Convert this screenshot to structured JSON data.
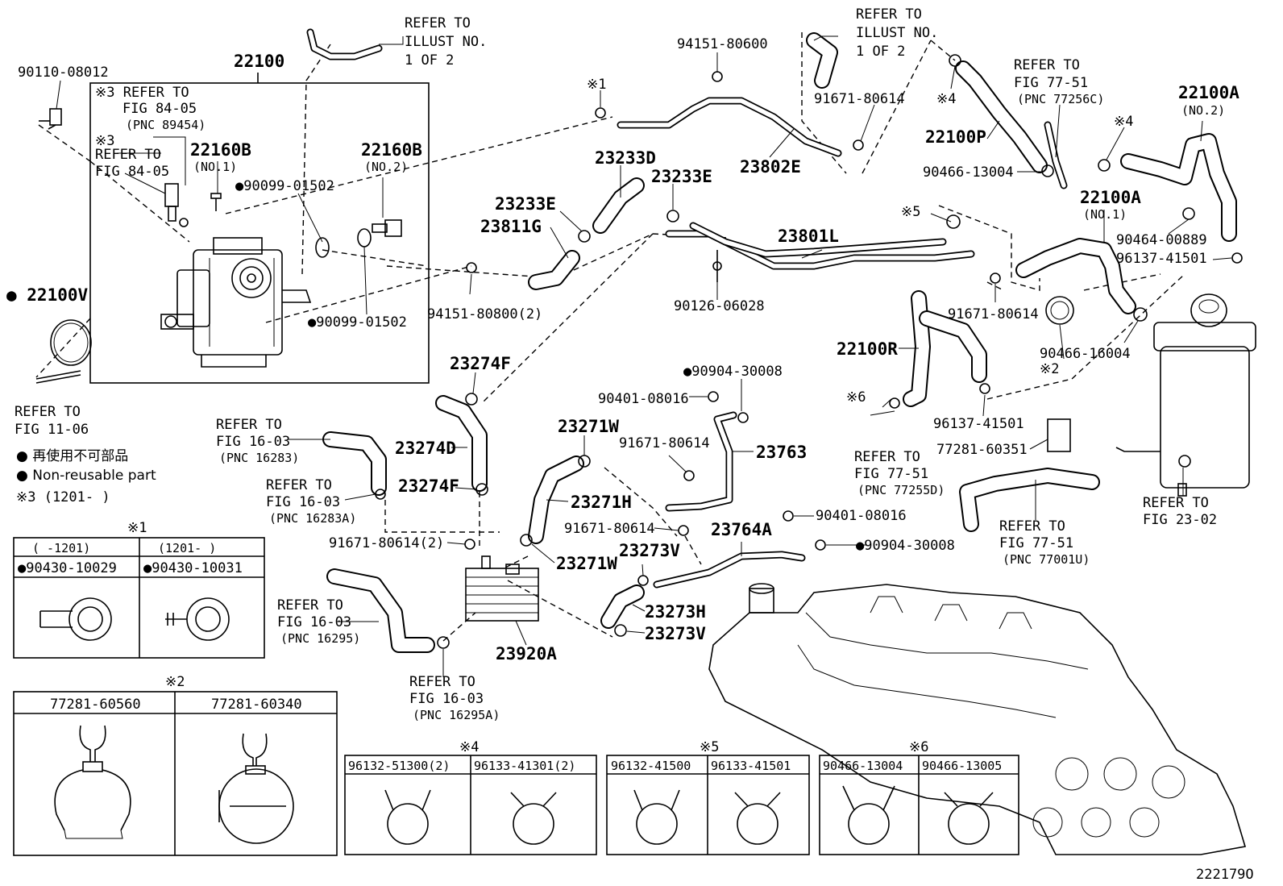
{
  "diagram_code": "222179O",
  "labels": [
    {
      "id": "p-90110-08012",
      "text": "90110-08012"
    },
    {
      "id": "p-22100",
      "text": "22100"
    },
    {
      "id": "p-refer-illust-1",
      "text": "REFER TO"
    },
    {
      "id": "p-refer-illust-2",
      "text": "ILLUST NO."
    },
    {
      "id": "p-refer-illust-3",
      "text": "1 OF 2"
    },
    {
      "id": "p-refer-8405a-1",
      "text": "※3 REFER TO"
    },
    {
      "id": "p-refer-8405a-2",
      "text": "FIG 84-05"
    },
    {
      "id": "p-refer-8405a-3",
      "text": "(PNC 89454)"
    },
    {
      "id": "p-refer-8405b-0",
      "text": "※3"
    },
    {
      "id": "p-refer-8405b-1",
      "text": "REFER TO"
    },
    {
      "id": "p-refer-8405b-2",
      "text": "FIG 84-05"
    },
    {
      "id": "p-22160b-1",
      "text": "22160B"
    },
    {
      "id": "p-22160b-1-no",
      "text": "(NO.1)"
    },
    {
      "id": "p-22160b-2",
      "text": "22160B"
    },
    {
      "id": "p-22160b-2-no",
      "text": "(NO.2)"
    },
    {
      "id": "p-90099-a",
      "text": "●90099-01502"
    },
    {
      "id": "p-90099-b",
      "text": "●90099-01502"
    },
    {
      "id": "p-22100v",
      "text": "● 22100V"
    },
    {
      "id": "p-refer-1106-1",
      "text": "REFER TO"
    },
    {
      "id": "p-refer-1106-2",
      "text": "FIG 11-06"
    },
    {
      "id": "p-94151-80600",
      "text": "94151-80600"
    },
    {
      "id": "p-x1",
      "text": "※1"
    },
    {
      "id": "p-refer-illust2-1",
      "text": "REFER TO"
    },
    {
      "id": "p-refer-illust2-2",
      "text": "ILLUST NO."
    },
    {
      "id": "p-refer-illust2-3",
      "text": "1 OF 2"
    },
    {
      "id": "p-91671-a",
      "text": "91671-80614"
    },
    {
      "id": "p-23802e",
      "text": "23802E"
    },
    {
      "id": "p-x4a",
      "text": "※4"
    },
    {
      "id": "p-22100p",
      "text": "22100P"
    },
    {
      "id": "p-refer-7751a-1",
      "text": "REFER TO"
    },
    {
      "id": "p-refer-7751a-2",
      "text": "FIG 77-51"
    },
    {
      "id": "p-refer-7751a-3",
      "text": "(PNC 77256C)"
    },
    {
      "id": "p-90466-13004",
      "text": "90466-13004"
    },
    {
      "id": "p-x4b",
      "text": "※4"
    },
    {
      "id": "p-22100a-2",
      "text": "22100A"
    },
    {
      "id": "p-22100a-2-no",
      "text": "(NO.2)"
    },
    {
      "id": "p-22100a-1",
      "text": "22100A"
    },
    {
      "id": "p-22100a-1-no",
      "text": "(NO.1)"
    },
    {
      "id": "p-90464-00889",
      "text": "90464-00889"
    },
    {
      "id": "p-96137-41501-a",
      "text": "96137-41501"
    },
    {
      "id": "p-23233d",
      "text": "23233D"
    },
    {
      "id": "p-23233e-a",
      "text": "23233E"
    },
    {
      "id": "p-23233e-b",
      "text": "23233E"
    },
    {
      "id": "p-23811g",
      "text": "23811G"
    },
    {
      "id": "p-x5",
      "text": "※5"
    },
    {
      "id": "p-23801l",
      "text": "23801L"
    },
    {
      "id": "p-94151-80800",
      "text": "94151-80800(2)"
    },
    {
      "id": "p-90126-06028",
      "text": "90126-06028"
    },
    {
      "id": "p-91671-b",
      "text": "91671-80614"
    },
    {
      "id": "p-90466-16004",
      "text": "90466-16004"
    },
    {
      "id": "p-22100r",
      "text": "22100R"
    },
    {
      "id": "p-x2",
      "text": "※2"
    },
    {
      "id": "p-23274f-a",
      "text": "23274F"
    },
    {
      "id": "p-90904-a",
      "text": "●90904-30008"
    },
    {
      "id": "p-90401-a",
      "text": "90401-08016"
    },
    {
      "id": "p-x6",
      "text": "※6"
    },
    {
      "id": "p-96137-41501-b",
      "text": "96137-41501"
    },
    {
      "id": "p-refer-1603a-1",
      "text": "REFER TO"
    },
    {
      "id": "p-refer-1603a-2",
      "text": "FIG 16-03"
    },
    {
      "id": "p-refer-1603a-3",
      "text": "(PNC 16283)"
    },
    {
      "id": "p-23274d",
      "text": "23274D"
    },
    {
      "id": "p-23271w-a",
      "text": "23271W"
    },
    {
      "id": "p-91671-c",
      "text": "91671-80614"
    },
    {
      "id": "p-23763",
      "text": "23763"
    },
    {
      "id": "p-refer-7751b-1",
      "text": "REFER TO"
    },
    {
      "id": "p-refer-7751b-2",
      "text": "FIG 77-51"
    },
    {
      "id": "p-refer-7751b-3",
      "text": "(PNC 77255D)"
    },
    {
      "id": "p-77281-60351",
      "text": "77281-60351"
    },
    {
      "id": "p-refer-1603b-1",
      "text": "REFER TO"
    },
    {
      "id": "p-refer-1603b-2",
      "text": "FIG 16-03"
    },
    {
      "id": "p-refer-1603b-3",
      "text": "(PNC 16283A)"
    },
    {
      "id": "p-23274f-b",
      "text": "23274F"
    },
    {
      "id": "p-23271h",
      "text": "23271H"
    },
    {
      "id": "p-90401-b",
      "text": "90401-08016"
    },
    {
      "id": "p-91671-d",
      "text": "91671-80614(2)"
    },
    {
      "id": "p-91671-e",
      "text": "91671-80614"
    },
    {
      "id": "p-23764a",
      "text": "23764A"
    },
    {
      "id": "p-90904-b",
      "text": "●90904-30008"
    },
    {
      "id": "p-refer-7751c-1",
      "text": "REFER TO"
    },
    {
      "id": "p-refer-7751c-2",
      "text": "FIG 77-51"
    },
    {
      "id": "p-refer-7751c-3",
      "text": "(PNC 77001U)"
    },
    {
      "id": "p-refer-2302-1",
      "text": "REFER TO"
    },
    {
      "id": "p-refer-2302-2",
      "text": "FIG 23-02"
    },
    {
      "id": "p-23271w-b",
      "text": "23271W"
    },
    {
      "id": "p-23273v-a",
      "text": "23273V"
    },
    {
      "id": "p-23273h",
      "text": "23273H"
    },
    {
      "id": "p-23273v-b",
      "text": "23273V"
    },
    {
      "id": "p-refer-1603c-1",
      "text": "REFER TO"
    },
    {
      "id": "p-refer-1603c-2",
      "text": "FIG 16-03"
    },
    {
      "id": "p-refer-1603c-3",
      "text": "(PNC 16295)"
    },
    {
      "id": "p-23920a",
      "text": "23920A"
    },
    {
      "id": "p-refer-1603d-1",
      "text": "REFER TO"
    },
    {
      "id": "p-refer-1603d-2",
      "text": "FIG 16-03"
    },
    {
      "id": "p-refer-1603d-3",
      "text": "(PNC 16295A)"
    }
  ],
  "legend": {
    "jp": "● 再使用不可部品",
    "en": "● Non-reusable part",
    "note": "※3 (1201-      )"
  },
  "tables": {
    "t1": {
      "mark": "※1",
      "h1": "(     -1201)",
      "h2": "(1201-     )",
      "c1": "●90430-10029",
      "c2": "●90430-10031"
    },
    "t2": {
      "mark": "※2",
      "c1": "77281-60560",
      "c2": "77281-60340"
    },
    "t4": {
      "mark": "※4",
      "c1": "96132-51300(2)",
      "c2": "96133-41301(2)"
    },
    "t5": {
      "mark": "※5",
      "c1": "96132-41500",
      "c2": "96133-41501"
    },
    "t6": {
      "mark": "※6",
      "c1": "90466-13004",
      "c2": "90466-13005"
    }
  }
}
